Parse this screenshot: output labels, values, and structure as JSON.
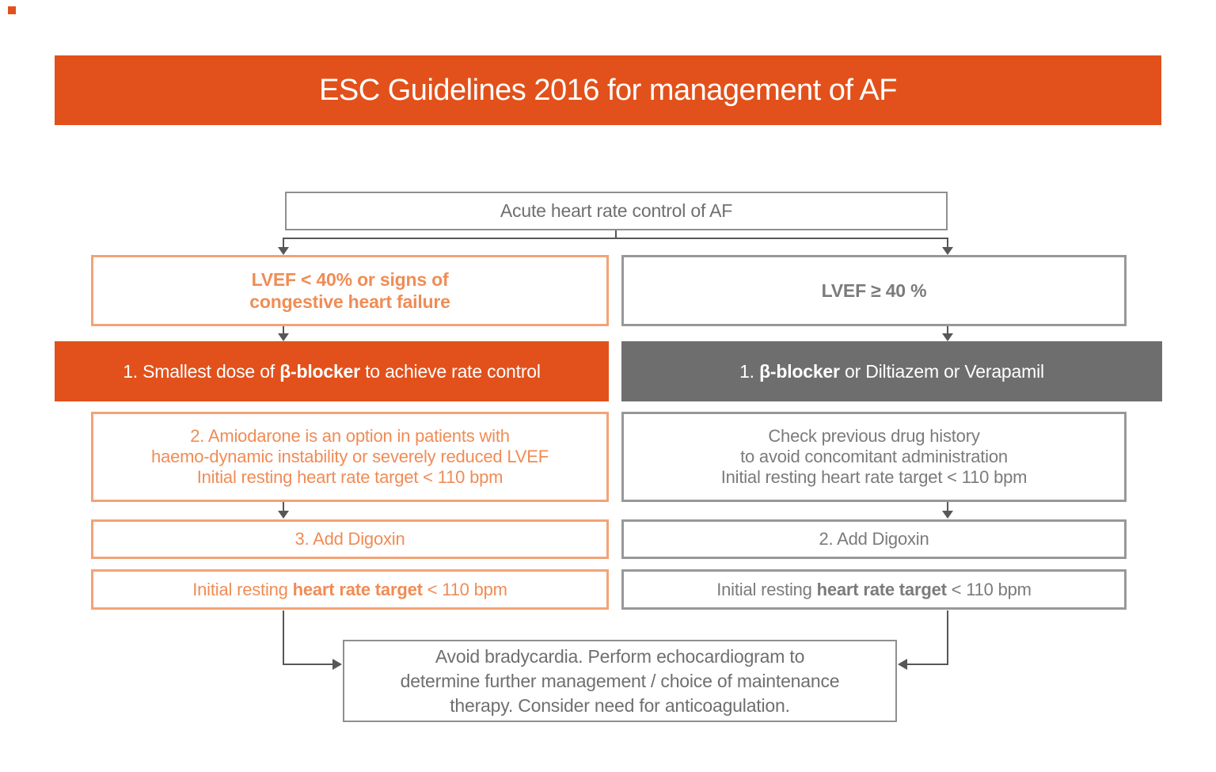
{
  "title": "ESC Guidelines 2016 for management of AF",
  "colors": {
    "accent_orange": "#E2511B",
    "light_orange_border": "#F3A376",
    "orange_text": "#F08C55",
    "gray_fill": "#6E6E6E",
    "gray_border": "#989898",
    "gray_text": "#7B7B7B",
    "connector": "#575757"
  },
  "flowchart": {
    "root": {
      "label": "Acute heart rate control of AF"
    },
    "left_branch": {
      "header": {
        "line1": "LVEF < 40% or signs of",
        "line2": "congestive heart failure"
      },
      "step1": {
        "pre": "1. Smallest dose of ",
        "bold": "β-blocker",
        "post": " to achieve rate control"
      },
      "step2": {
        "line1": "2. Amiodarone is an option in patients with",
        "line2": "haemo-dynamic instability or severely reduced LVEF",
        "line3": "Initial resting heart rate target < 110 bpm"
      },
      "step3": {
        "label": "3. Add Digoxin"
      },
      "target": {
        "pre": "Initial resting ",
        "bold": "heart rate target",
        "post": " < 110 bpm"
      }
    },
    "right_branch": {
      "header": {
        "label": "LVEF ≥ 40 %"
      },
      "step1": {
        "pre": "1. ",
        "bold": "β-blocker",
        "post": " or Diltiazem or Verapamil"
      },
      "step2": {
        "line1": "Check previous drug history",
        "line2": "to avoid concomitant administration",
        "line3": "Initial resting heart rate target < 110 bpm"
      },
      "step3": {
        "label": "2. Add Digoxin"
      },
      "target": {
        "pre": "Initial resting ",
        "bold": "heart rate target",
        "post": " < 110 bpm"
      }
    },
    "footer": {
      "line1": "Avoid bradycardia. Perform echocardiogram to",
      "line2": "determine further management / choice of maintenance",
      "line3": "therapy. Consider need for anticoagulation."
    }
  }
}
